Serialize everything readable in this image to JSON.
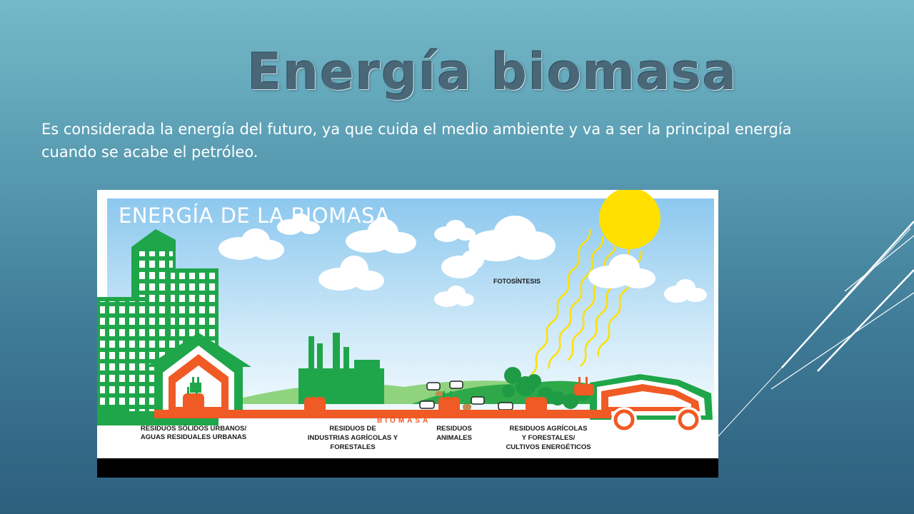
{
  "slide": {
    "title": "Energía biomasa",
    "body": "Es considerada la energía del futuro, ya que cuida el medio ambiente y va a ser la principal energía cuando se acabe el petróleo."
  },
  "figure": {
    "heading": "ENERGÍA DE LA BIOMASA",
    "photosynthesis_label": "FOTOSÍNTESIS",
    "pipe_label": "BIOMASA",
    "sources": [
      {
        "line1": "RESIDUOS SÓLIDOS URBANOS/",
        "line2": "AGUAS RESIDUALES URBANAS",
        "line3": ""
      },
      {
        "line1": "RESIDUOS DE",
        "line2": "INDUSTRIAS AGRÍCOLAS Y",
        "line3": "FORESTALES"
      },
      {
        "line1": "RESIDUOS",
        "line2": "ANIMALES",
        "line3": ""
      },
      {
        "line1": "RESIDUOS AGRÍCOLAS",
        "line2": "Y FORESTALES/",
        "line3": "CULTIVOS ENERGÉTICOS"
      }
    ]
  },
  "colors": {
    "background_top": "#74b9c8",
    "background_bottom": "#2d5f7d",
    "title": "#4a6778",
    "sky": "#9fd0ef",
    "building_green": "#1fa64a",
    "pipe_orange": "#f05a24",
    "sun_yellow": "#ffe000"
  }
}
